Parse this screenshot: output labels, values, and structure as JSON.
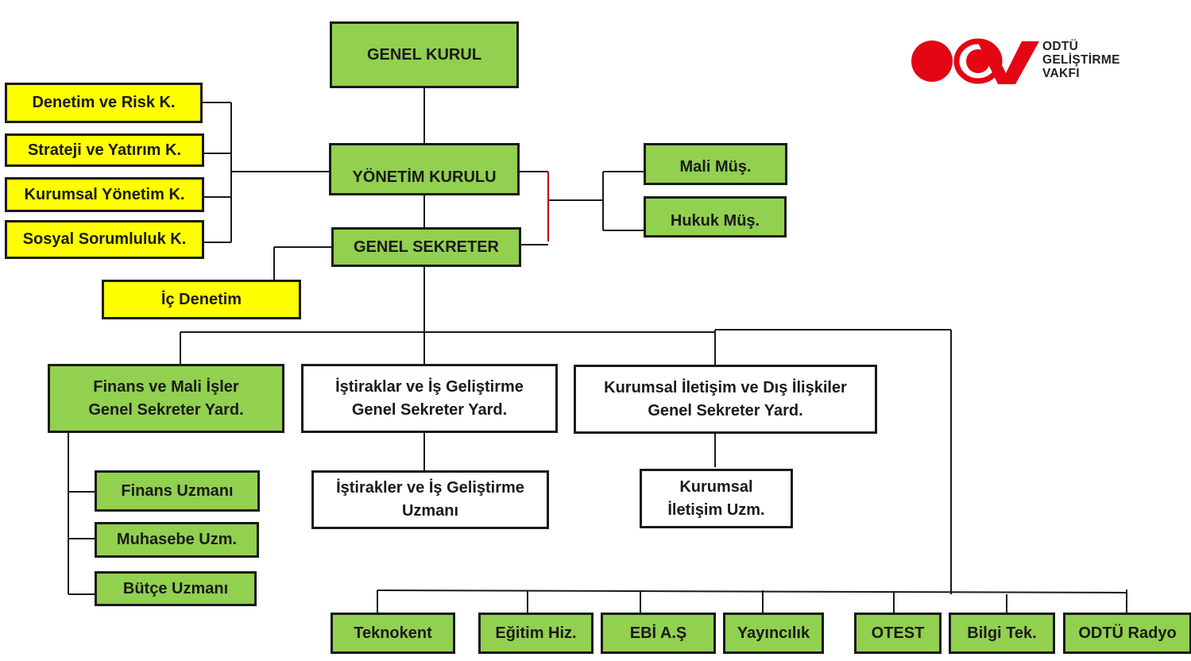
{
  "logo": {
    "text": "ODTÜ\nGELİŞTİRME\nVAKFI",
    "colors": {
      "red": "#e30613",
      "dark": "#222222"
    }
  },
  "nodes": {
    "genel_kurul": "GENEL KURUL",
    "yonetim_kurulu": "YÖNETİM KURULU",
    "genel_sekreter": "GENEL SEKRETER",
    "denetim_risk": "Denetim ve Risk K.",
    "strateji_yatirim": "Strateji ve Yatırım K.",
    "kurumsal_yonetim": "Kurumsal Yönetim K.",
    "sosyal_sorumluluk": "Sosyal Sorumluluk K.",
    "ic_denetim": "İç Denetim",
    "mali_mus": "Mali Müş.",
    "hukuk_mus": "Hukuk Müş.",
    "finans_yard": "Finans  ve Mali İşler\nGenel Sekreter Yard.",
    "istirak_yard": "İştiraklar ve İş Geliştirme\nGenel Sekreter Yard.",
    "kurumsal_yard": "Kurumsal İletişim ve Dış İlişkiler\nGenel Sekreter Yard.",
    "finans_uzm": "Finans Uzmanı",
    "muhasebe_uzm": "Muhasebe Uzm.",
    "butce_uzm": "Bütçe Uzmanı",
    "istirak_uzm": "İştirakler ve İş Geliştirme\nUzmanı",
    "kurumsal_uzm": "Kurumsal\nİletişim Uzm.",
    "teknokent": "Teknokent",
    "egitim": "Eğitim Hiz.",
    "ebi": "EBİ A.Ş",
    "yayincilik": "Yayıncılık",
    "otest": "OTEST",
    "bilgi": "Bilgi Tek.",
    "radyo": "ODTÜ Radyo"
  },
  "colors": {
    "green": "#92d050",
    "yellow": "#ffff00",
    "white": "#ffffff",
    "border": "#1a1a1a",
    "accent_line": "#c00000"
  }
}
